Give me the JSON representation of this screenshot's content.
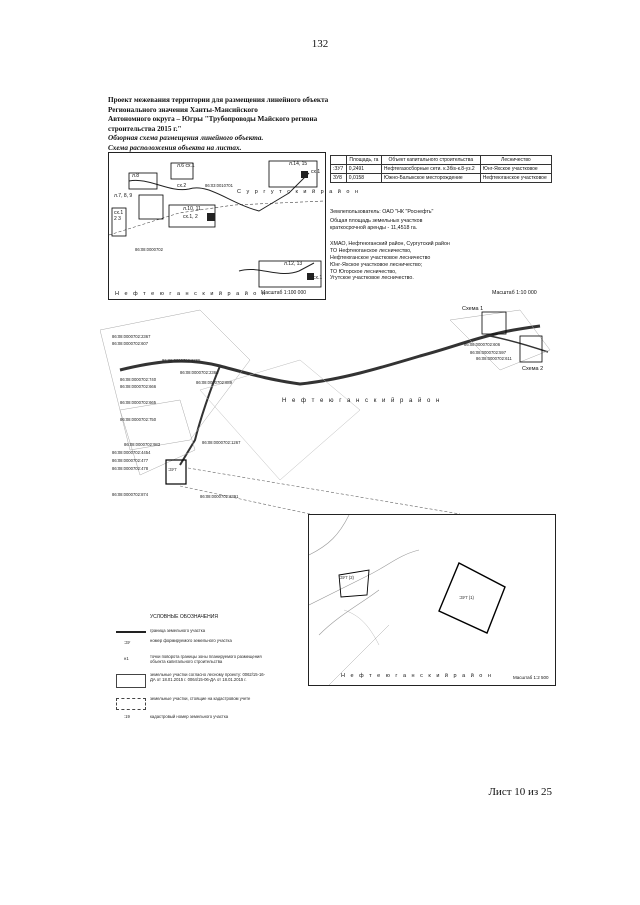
{
  "page_number": "132",
  "title": {
    "lines": [
      "Проект межевания территории для размещения линейного объекта",
      "Регионального значения Ханты-Мансийского",
      "Автономного округа – Югры \"Трубопроводы Майского региона",
      "строительства 2015 г.\""
    ],
    "subtitle_1": "Обзорная схема размещения линейного объекта.",
    "subtitle_2": "Схема расположения объекта на листах."
  },
  "overview": {
    "sheet_labels": [
      "л.6 сх.1",
      "л.8",
      "сх.2",
      "л.7, 8, 9",
      "сх.1 2 3",
      "л.10, 11",
      "сх.1, 2",
      "л.14, 15",
      "сх.1",
      "л.12, 13",
      "сх.1"
    ],
    "region_1": "С у р г у т с к и й   р а й о н",
    "region_2": "Н е ф т е ю г а н с к и й   р а й о н",
    "parcel_1": "86:03:0010701",
    "parcel_2": "86:08:0000702",
    "scale": "Масштаб 1:100 000"
  },
  "table": {
    "headers": [
      "",
      "Площадь, га",
      "Объект капитального строительства",
      "Лесничество"
    ],
    "rows": [
      [
        ":ЗУ7",
        "0,2491",
        "Нефтегазосборные сети. к.3бis-к.8-уз.2",
        "Юнг-Яхское участковое"
      ],
      [
        "ЗУ8",
        "0,0158",
        "Южно-Балыкское месторождение",
        "Нефтеюганское участковое"
      ]
    ]
  },
  "info": {
    "owner": "Землепользователь: ОАО \"НК \"Роснефть\"",
    "area_1": "Общая площадь земельных участков",
    "area_2": "краткосрочной аренды - 11,4518 га.",
    "addr_1": "ХМАО, Нефтеюганский район, Сургутский район",
    "addr_2": "ТО Нефтеюганское лесничество,",
    "addr_3": "Нефтеюганское участковое лесничество",
    "addr_4": "Юнг-Яхское участковое лесничество;",
    "addr_5": "ТО Югорское лесничество,",
    "addr_6": "Угутское участковое лесничество.",
    "scale": "Масштаб 1:10 000"
  },
  "main_map": {
    "parcels": [
      "86:08:0000702:2367",
      "86:08:0000702:607",
      "86:08:0000702:2365",
      "86:08:0000702:2366",
      "86:08:0000702:740",
      "86:08:0000702:666",
      "86:08:0000702:889",
      "86:08:0000702:665",
      "86:08:0000702:750",
      "86:08:0000702:983",
      "86:08:0000702:1267",
      "86:08:0000702:4454",
      "86:08:0000702:477",
      "86:08:0000702:478",
      "86:08:0000702:874",
      "86:08:0000702:2391",
      "86:08:0000702:606",
      "86:08:0000702:597",
      "86:08:0000702:611"
    ],
    "scheme_1": "Схема 1",
    "scheme_2": "Схема 2",
    "region": "Н е ф т е ю г а н с к и й   р а й о н",
    "label_zu": ":ЗУ7"
  },
  "inset": {
    "zu_label": ":ЗУ7 (1)",
    "zu_label_2": ":ЗУ7 (2)",
    "region": "Н е ф т е ю г а н с к и й   р а й о н",
    "scale": "Масштаб 1:2 500"
  },
  "legend": {
    "title": "УСЛОВНЫЕ ОБОЗНАЧЕНИЯ",
    "items": [
      "граница земельного участка",
      "номер формируемого земельного участка",
      "точки поворота границы зоны планируемого размещения объекта капитального строительства",
      "земельные участки согласно лесному проекту: 0062/15-16-ДА от 18.01.2015 г. 0064/15-06-ДА от 18.01.2015 г.",
      "земельные участки, стоящие на кадастровом учете",
      "кадастровый номер земельного участка"
    ],
    "zu_symbol": ":ЗУ",
    "pt_symbol": "н1",
    "cad_symbol": ":19"
  },
  "sheet": "Лист 10 из 25"
}
